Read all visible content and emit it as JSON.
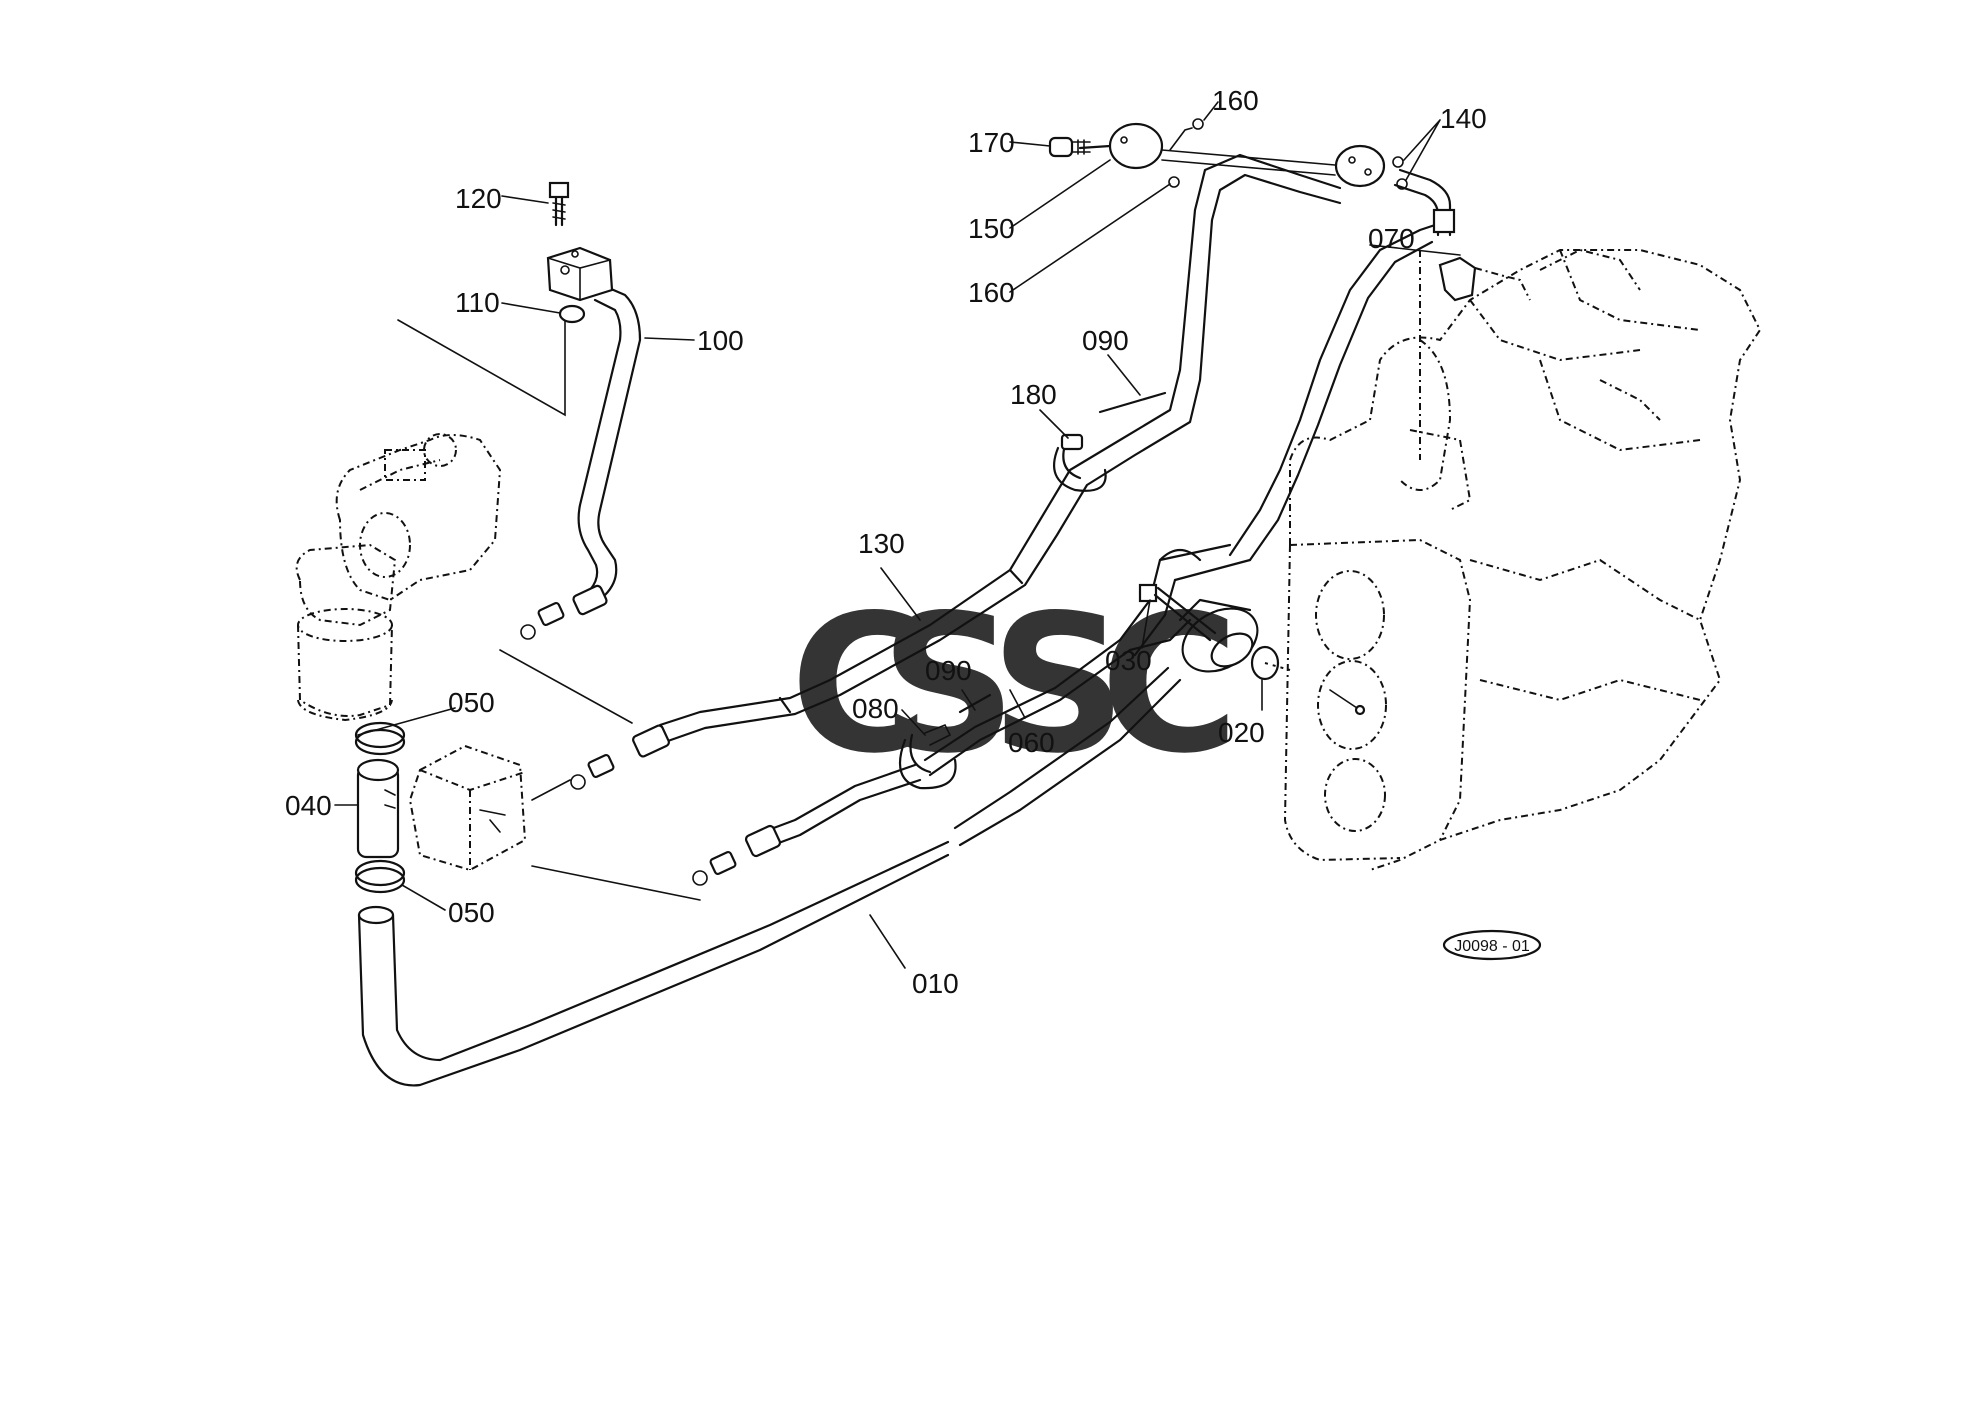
{
  "diagram": {
    "drawing_code": "J0098 - 01",
    "labels": {
      "p010": "010",
      "p020": "020",
      "p030": "030",
      "p040": "040",
      "p050a": "050",
      "p050b": "050",
      "p060": "060",
      "p070": "070",
      "p080": "080",
      "p090a": "090",
      "p090b": "090",
      "p100": "100",
      "p110": "110",
      "p120": "120",
      "p130": "130",
      "p140": "140",
      "p150": "150",
      "p160a": "160",
      "p160b": "160",
      "p170": "170",
      "p180": "180"
    }
  },
  "watermark": {
    "letters": [
      "C",
      "S",
      "S",
      "C"
    ],
    "colors": [
      "#4a86e8",
      "#e06666",
      "#f1c232",
      "#57bb8a"
    ]
  }
}
